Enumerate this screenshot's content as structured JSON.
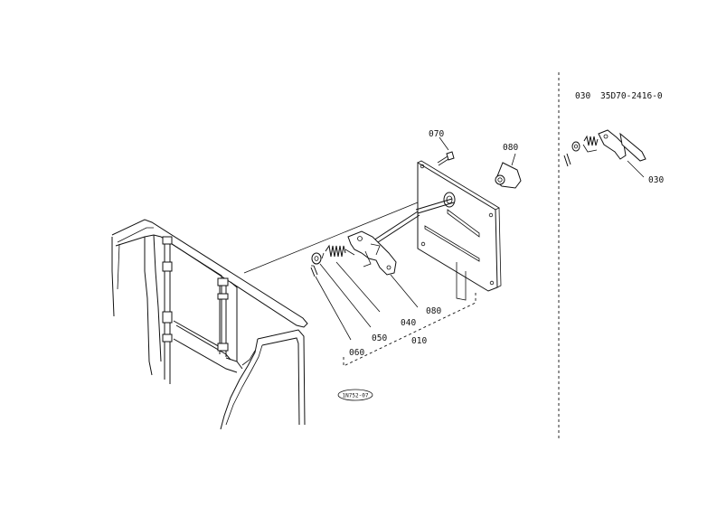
{
  "callouts": {
    "c070": "070",
    "c080_top": "080",
    "c080_plate": "080",
    "c040": "040",
    "c050": "050",
    "c060": "060",
    "c010": "010",
    "c030_detail": "030"
  },
  "detail_header": {
    "ref": "030",
    "part_number": "35D70-2416-0"
  },
  "stamp": "1N752-07"
}
